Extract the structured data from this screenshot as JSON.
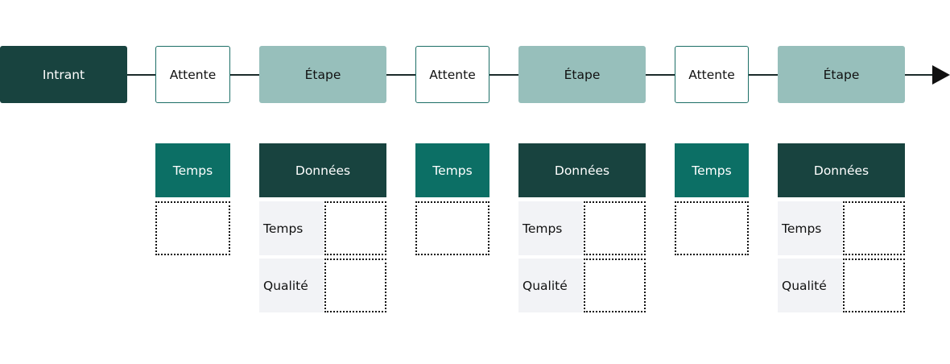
{
  "flow": {
    "input": "Intrant",
    "stages": [
      {
        "wait": "Attente",
        "step": "Étape"
      },
      {
        "wait": "Attente",
        "step": "Étape"
      },
      {
        "wait": "Attente",
        "step": "Étape"
      }
    ]
  },
  "metrics": [
    {
      "time_header": "Temps",
      "data_header": "Données",
      "rows": [
        {
          "label": "Temps"
        },
        {
          "label": "Qualité"
        }
      ]
    },
    {
      "time_header": "Temps",
      "data_header": "Données",
      "rows": [
        {
          "label": "Temps"
        },
        {
          "label": "Qualité"
        }
      ]
    },
    {
      "time_header": "Temps",
      "data_header": "Données",
      "rows": [
        {
          "label": "Temps"
        },
        {
          "label": "Qualité"
        }
      ]
    }
  ],
  "colors": {
    "input": "#18433f",
    "wait_border": "#1c6e66",
    "step": "#97bfbb",
    "time_header": "#0c6f65",
    "data_header": "#18433f",
    "row_label_bg": "#f2f3f6"
  }
}
